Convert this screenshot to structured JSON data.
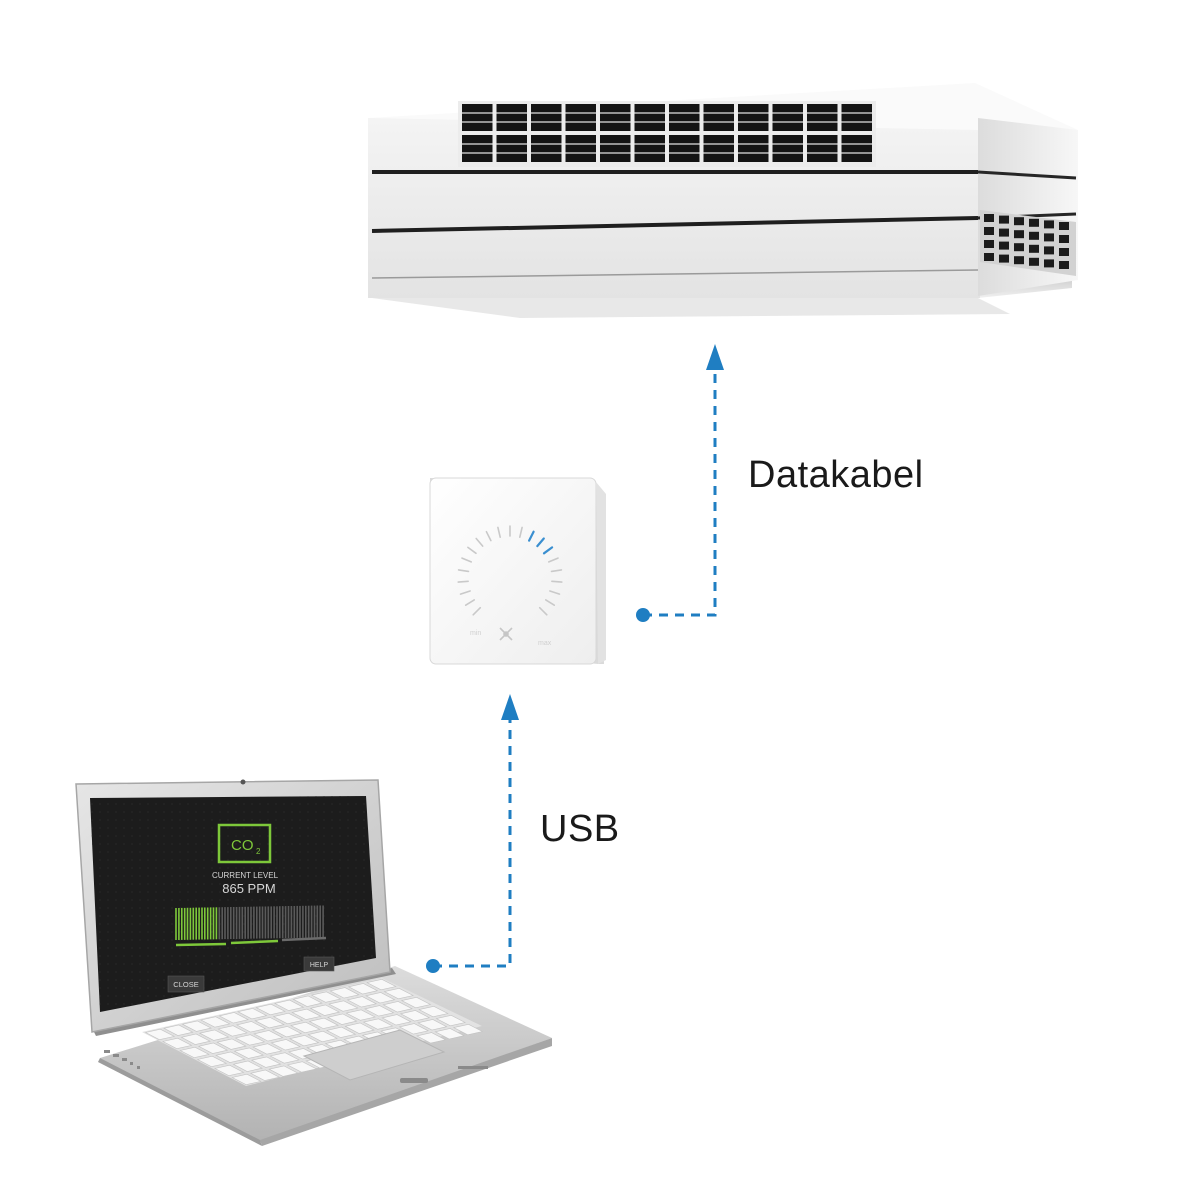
{
  "connections": {
    "datakabel_label": "Datakabel",
    "usb_label": "USB"
  },
  "laptop_screen": {
    "co2_icon_text": "CO",
    "co2_subscript": "2",
    "current_level_label": "CURRENT LEVEL",
    "current_level_value": "865 PPM",
    "level_bars": {
      "total": 52,
      "active": 15
    },
    "close_button": "CLOSE",
    "help_button": "HELP"
  },
  "colors": {
    "connector_blue": "#1f7ec2",
    "screen_accent_green": "#7ec83a",
    "screen_background": "#1c1c1c",
    "dial_active_blue": "#3a8fd0"
  },
  "icons": {
    "controller_fan": "fan-icon",
    "connector_arrow": "arrow-up-icon",
    "connector_start": "dot-icon"
  }
}
